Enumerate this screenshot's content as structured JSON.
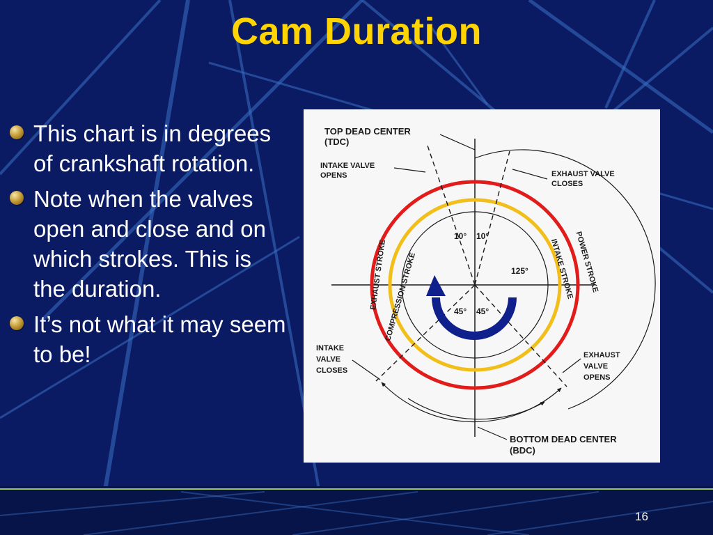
{
  "slide": {
    "title": "Cam Duration",
    "bullets": [
      "This chart is in degrees of crankshaft rotation.",
      "Note when the valves open and close and on which strokes. This is the duration.",
      "It’s not what it may seem to be!"
    ],
    "page_number": "16"
  },
  "diagram": {
    "labels": {
      "tdc_1": "TOP DEAD CENTER",
      "tdc_2": "(TDC)",
      "bdc_1": "BOTTOM DEAD CENTER",
      "bdc_2": "(BDC)",
      "intake_opens_1": "INTAKE VALVE",
      "intake_opens_2": "OPENS",
      "exhaust_closes_1": "EXHAUST VALVE",
      "exhaust_closes_2": "CLOSES",
      "intake_closes_1": "INTAKE",
      "intake_closes_2": "VALVE",
      "intake_closes_3": "CLOSES",
      "exhaust_opens_1": "EXHAUST",
      "exhaust_opens_2": "VALVE",
      "exhaust_opens_3": "OPENS",
      "exhaust_stroke": "EXHAUST STROKE",
      "compression_stroke": "COMPRESSION STROKE",
      "intake_stroke": "INTAKE STROKE",
      "power_stroke": "POWER STROKE",
      "angle_10_left": "10°",
      "angle_10_right": "10°",
      "angle_125": "125°",
      "angle_45_left": "45°",
      "angle_45_right": "45°"
    },
    "colors": {
      "exhaust_ring": "#e21b1b",
      "intake_ring": "#f2be1a",
      "rotation_arrow": "#0f1f8c",
      "background_blue": "#0b1b63",
      "title_yellow": "#ffd400",
      "divider_green": "#9cc36a"
    }
  }
}
